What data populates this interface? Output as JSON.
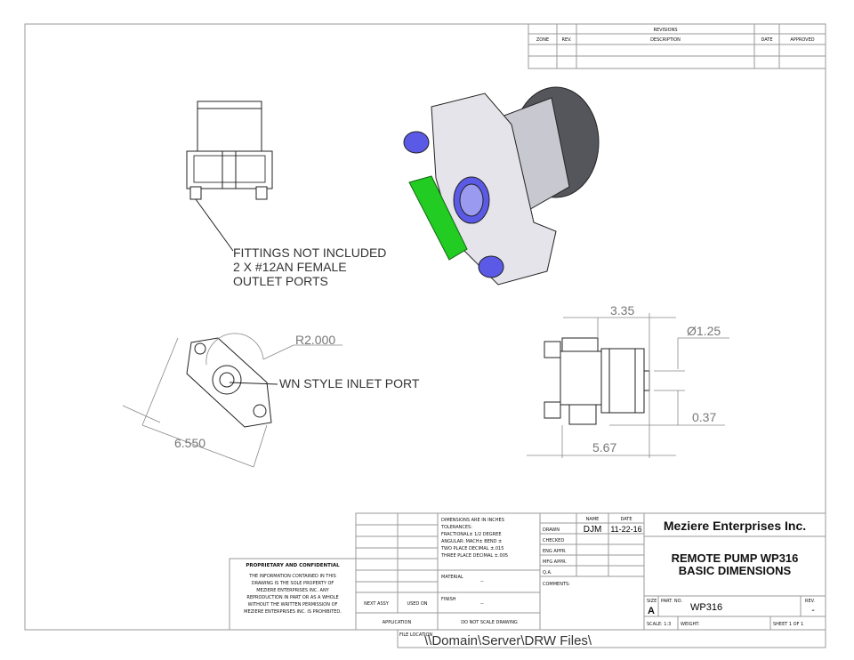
{
  "revisions": {
    "title": "REVISIONS",
    "headers": [
      "ZONE",
      "REV.",
      "DESCRIPTION",
      "DATE",
      "APPROVED"
    ]
  },
  "notes": {
    "fittings": [
      "FITTINGS NOT INCLUDED",
      "2 X #12AN FEMALE",
      "OUTLET PORTS"
    ],
    "inlet": "WN STYLE INLET PORT"
  },
  "dimensions": {
    "radius": "R2.000",
    "diag": "6.550",
    "len1": "3.35",
    "dia": "Ø1.25",
    "offset": "0.37",
    "len2": "5.67"
  },
  "title_block": {
    "proprietary_title": "PROPRIETARY AND CONFIDENTIAL",
    "proprietary_text": [
      "THE INFORMATION CONTAINED IN THIS",
      "DRAWING IS THE SOLE PROPERTY OF",
      "MEZIERE ENTERPRISES INC. ANY",
      "REPRODUCTION IN PART OR AS A WHOLE",
      "WITHOUT THE WRITTEN PERMISSION OF",
      "MEZIERE ENTERPRISES INC. IS PROHIBITED."
    ],
    "next_assy": "NEXT ASSY",
    "used_on": "USED ON",
    "application": "APPLICATION",
    "tolerances": [
      "DIMENSIONS ARE IN INCHES",
      "TOLERANCES:",
      "FRACTIONAL± 1/2 DEGREE",
      "ANGULAR: MACH±  BEND ±",
      "TWO PLACE DECIMAL   ±.015",
      "THREE PLACE DECIMAL  ±.005"
    ],
    "material_label": "MATERIAL",
    "material": "--",
    "finish_label": "FINISH",
    "finish": "--",
    "do_not_scale": "DO NOT SCALE DRAWING",
    "name_header": "NAME",
    "date_header": "DATE",
    "drawn_label": "DRAWN",
    "drawn_name": "DJM",
    "drawn_date": "11-22-16",
    "checked_label": "CHECKED",
    "eng_label": "ENG APPR.",
    "mfg_label": "MFG APPR.",
    "qa_label": "Q.A.",
    "comments_label": "COMMENTS:",
    "company": "Meziere Enterprises Inc.",
    "title": [
      "REMOTE PUMP WP316",
      "BASIC DIMENSIONS"
    ],
    "size_label": "SIZE",
    "size": "A",
    "part_label": "PART. NO.",
    "part_no": "WP316",
    "rev_label": "REV.",
    "rev": "-",
    "scale": "SCALE: 1:3",
    "weight": "WEIGHT:",
    "sheet": "SHEET 1 OF 1",
    "file_location_label": "FILE LOCATION",
    "file_location": "\\\\Domain\\Server\\DRW Files\\"
  },
  "colors": {
    "fitting": "#5a5ae6",
    "bracket": "#22cc22",
    "body": "#e4e4ea",
    "motor": "#9a9aa2"
  }
}
